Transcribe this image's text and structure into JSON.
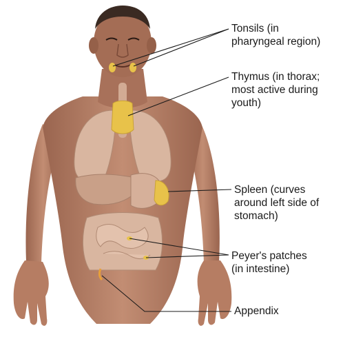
{
  "labels": {
    "tonsils": [
      "Tonsils (in",
      "pharyngeal region)"
    ],
    "thymus": [
      "Thymus (in thorax;",
      "most active during",
      "youth)"
    ],
    "spleen": [
      "Spleen (curves",
      "around left side of",
      "stomach)"
    ],
    "peyers": [
      "Peyer's patches",
      "(in intestine)"
    ],
    "appendix": [
      "Appendix"
    ]
  },
  "colors": {
    "skin": "#b9826a",
    "skin_dark": "#8f5c47",
    "organ": "#d9b6a0",
    "organ_shadow": "#c49a84",
    "lymph": "#e8c24a",
    "leader": "#1a1a1a"
  }
}
